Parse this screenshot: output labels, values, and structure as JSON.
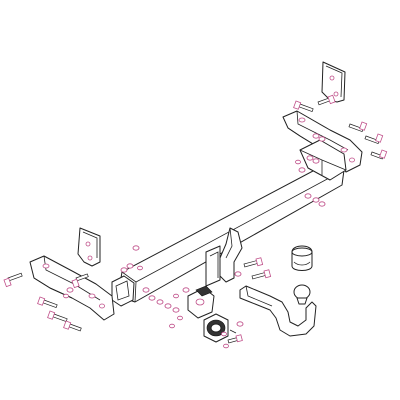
{
  "diagram": {
    "background": "#ffffff",
    "line_color": "#222222",
    "hardware_color": "#c0508a",
    "components": [
      "crossbar-beam",
      "left-side-bracket",
      "right-side-bracket",
      "left-top-plate",
      "right-top-plate",
      "center-mounting-bracket",
      "swan-neck-towball",
      "towball-cover",
      "electrical-socket-plate",
      "electrical-socket",
      "bolt-sets",
      "washers",
      "nuts"
    ]
  }
}
